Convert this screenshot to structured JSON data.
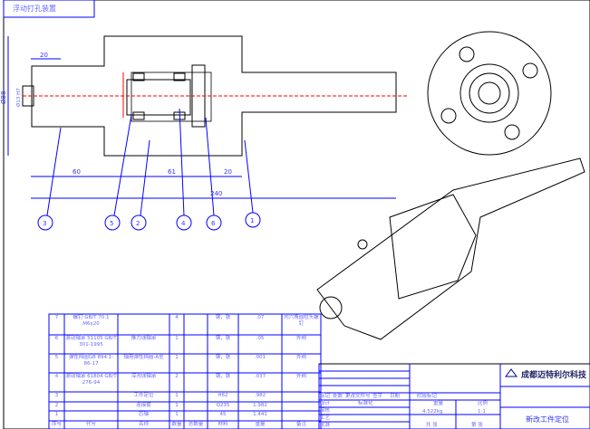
{
  "title_box": "浮动打孔装置",
  "dimensions": {
    "d1": "20",
    "d2": "60",
    "d3": "61",
    "d4": "20",
    "total": "240",
    "dia": "Ø88",
    "bore": "Ø13 H7"
  },
  "balloons": [
    "3",
    "5",
    "2",
    "4",
    "6",
    "1"
  ],
  "bom": {
    "headers": [
      "序号",
      "代号",
      "名称",
      "数量",
      "总数量",
      "材料",
      "重量",
      "备注"
    ],
    "rows": [
      {
        "no": "7",
        "code": "螺钉 GB/T 70.1 M6x20",
        "name": "",
        "qty": "4",
        "mat": "钢，铁",
        "wt": ".07",
        "note": "内六角圆柱头螺钉"
      },
      {
        "no": "6",
        "code": "滚动轴承 51105 GB/T 301-1995",
        "name": "推力球轴承",
        "qty": "1",
        "mat": "钢，铁",
        "wt": ".05",
        "note": "外购"
      },
      {
        "no": "5",
        "code": "弹性挡圈GB 894.1-86-17",
        "name": "轴用弹性挡圈-A型",
        "qty": "1",
        "mat": "钢，铁",
        "wt": ".001",
        "note": "外购"
      },
      {
        "no": "4",
        "code": "滚动轴承 61804 GB/T 276-94",
        "name": "深沟球轴承",
        "qty": "2",
        "mat": "钢，铁",
        "wt": ".037",
        "note": "外购"
      },
      {
        "no": "3",
        "code": "",
        "name": "工件定位",
        "qty": "1",
        "mat": "H62",
        "wt": ".982",
        "note": ""
      },
      {
        "no": "2",
        "code": "",
        "name": "连接套",
        "qty": "1",
        "mat": "Q235",
        "wt": "1.982",
        "note": ""
      },
      {
        "no": "1",
        "code": "",
        "name": "芯轴",
        "qty": "1",
        "mat": "45",
        "wt": "1.441",
        "note": ""
      }
    ]
  },
  "title_block": {
    "company": "成都迈特利尔科技",
    "drawing_name": "新改工件定位",
    "weight": "4.522kg",
    "scale": "1:1",
    "labels": [
      "标记",
      "处数",
      "更改文件号",
      "签字",
      "日期",
      "设计",
      "标准化",
      "阶段标记",
      "重量",
      "比例",
      "审核",
      "工艺",
      "批准",
      "共 张",
      "第 张"
    ]
  }
}
